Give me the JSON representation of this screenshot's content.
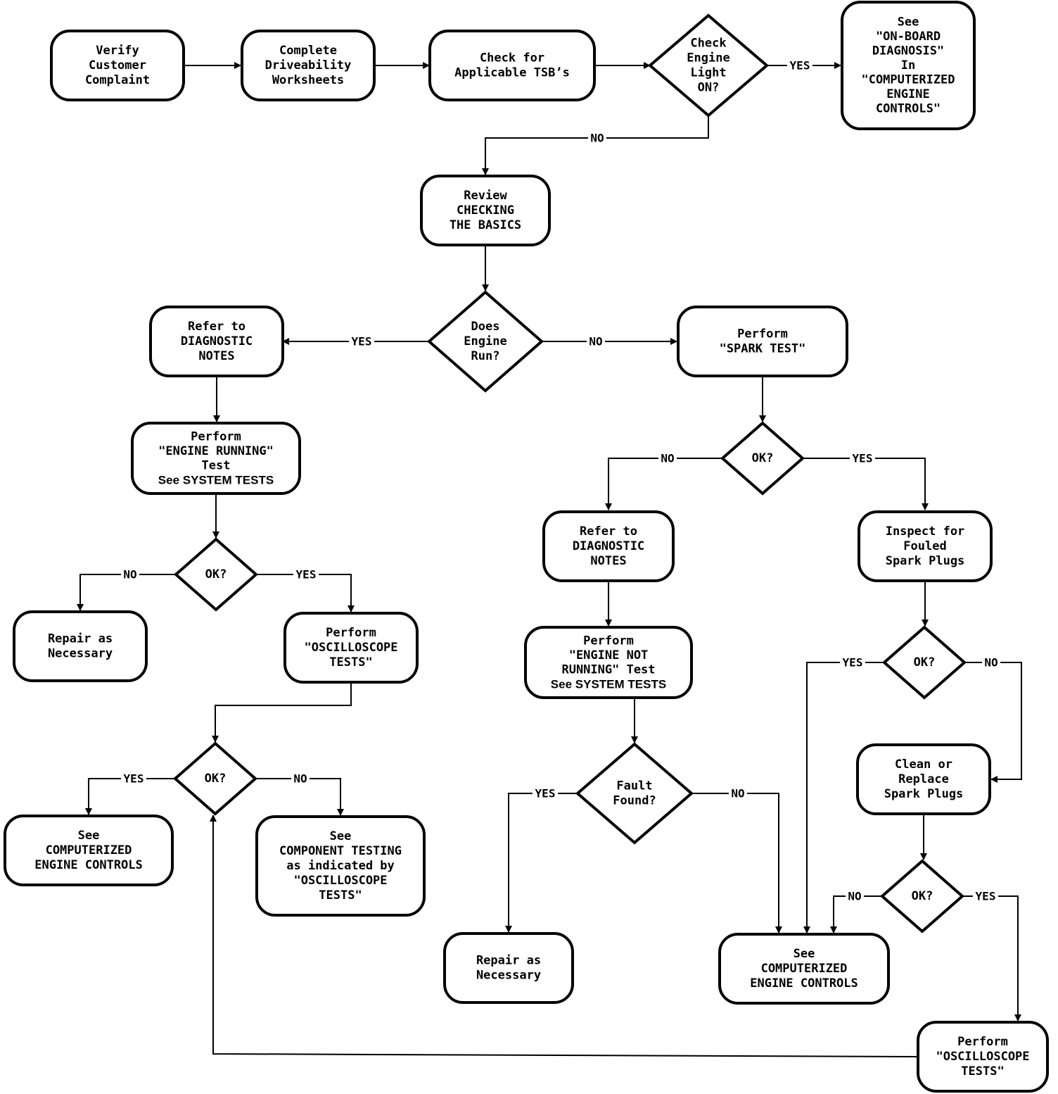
{
  "nodes": {
    "verify": [
      "Verify",
      "Customer",
      "Complaint"
    ],
    "worksheets": [
      "Complete",
      "Driveability",
      "Worksheets"
    ],
    "tsb": [
      "Check for",
      "Applicable TSB’s"
    ],
    "check_light": [
      "Check",
      "Engine",
      "Light",
      "ON?"
    ],
    "see_obd": [
      "See",
      "\"ON-BOARD",
      "DIAGNOSIS\"",
      "In",
      "\"COMPUTERIZED",
      "ENGINE",
      "CONTROLS\""
    ],
    "review_basics": [
      "Review",
      "CHECKING",
      "THE BASICS"
    ],
    "engine_run": [
      "Does",
      "Engine",
      "Run?"
    ],
    "diag_notes_left": [
      "Refer to",
      "DIAGNOSTIC",
      "NOTES"
    ],
    "spark_test": [
      "Perform",
      "\"SPARK TEST\""
    ],
    "engine_running_test": [
      "Perform",
      "\"ENGINE RUNNING\"",
      "Test",
      "See SYSTEM TESTS"
    ],
    "ok_spark": [
      "OK?"
    ],
    "ok_running": [
      "OK?"
    ],
    "repair_left": [
      "Repair as",
      "Necessary"
    ],
    "oscope_left": [
      "Perform",
      "\"OSCILLOSCOPE",
      "TESTS\""
    ],
    "diag_notes_mid": [
      "Refer to",
      "DIAGNOSTIC",
      "NOTES"
    ],
    "inspect_plugs": [
      "Inspect for",
      "Fouled",
      "Spark Plugs"
    ],
    "engine_not_running_test": [
      "Perform",
      "\"ENGINE NOT",
      "RUNNING\" Test",
      "See SYSTEM TESTS"
    ],
    "ok_plugs": [
      "OK?"
    ],
    "ok_oscope": [
      "OK?"
    ],
    "see_cec_left": [
      "See",
      "COMPUTERIZED",
      "ENGINE CONTROLS"
    ],
    "see_component": [
      "See",
      "COMPONENT TESTING",
      "as indicated by",
      "\"OSCILLOSCOPE",
      "TESTS\""
    ],
    "fault_found": [
      "Fault",
      "Found?"
    ],
    "clean_replace": [
      "Clean or",
      "Replace",
      "Spark Plugs"
    ],
    "ok_clean": [
      "OK?"
    ],
    "repair_mid": [
      "Repair as",
      "Necessary"
    ],
    "see_cec_right": [
      "See",
      "COMPUTERIZED",
      "ENGINE CONTROLS"
    ],
    "oscope_right": [
      "Perform",
      "\"OSCILLOSCOPE",
      "TESTS\""
    ]
  },
  "edge_labels": {
    "yes": "YES",
    "no": "NO"
  }
}
